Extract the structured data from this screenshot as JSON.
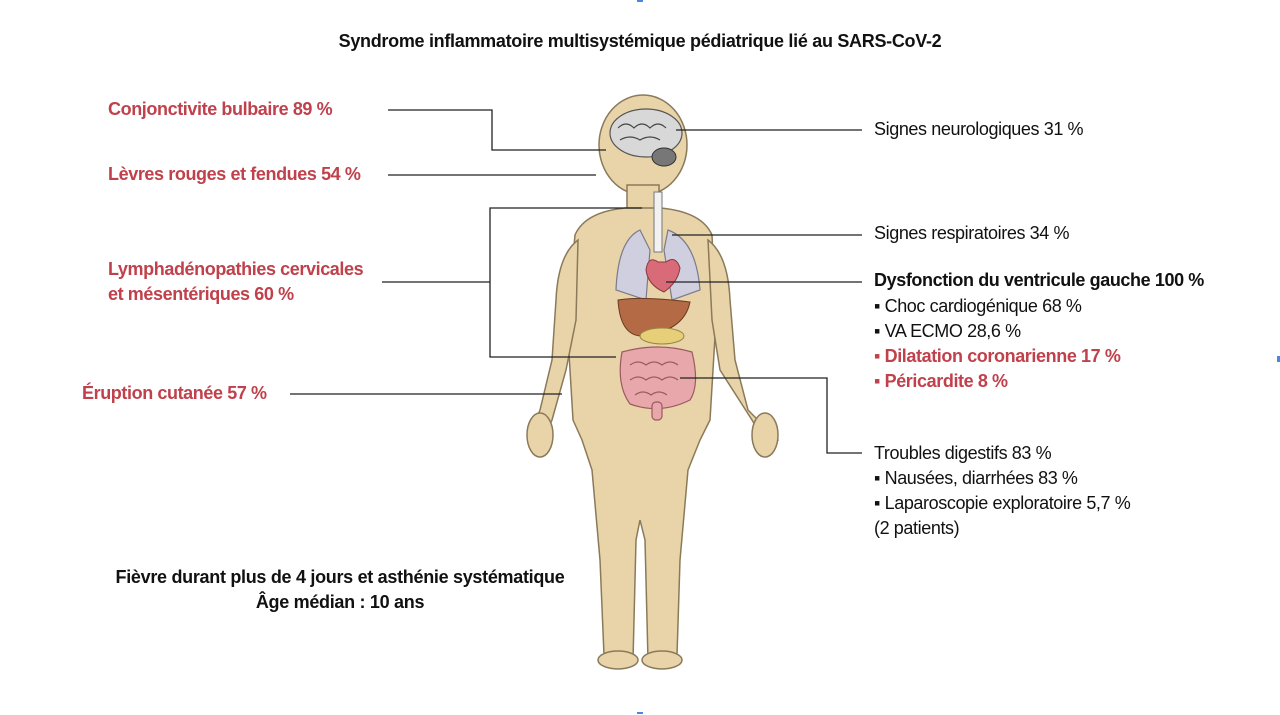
{
  "title": "Syndrome inflammatoire multisystémique pédiatrique lié au SARS-CoV-2",
  "left_labels": {
    "conjonctivite": "Conjonctivite bulbaire 89 %",
    "levres": "Lèvres rouges et fendues 54 %",
    "lymph_line1": "Lymphadénopathies cervicales",
    "lymph_line2": "et mésentériques 60 %",
    "eruption": "Éruption cutanée 57 %"
  },
  "right_labels": {
    "neuro": "Signes neurologiques 31 %",
    "respi": "Signes respiratoires 34 %",
    "cardio_title": "Dysfonction du ventricule gauche 100 %",
    "cardio_items": [
      "Choc cardiogénique 68 %",
      "VA ECMO 28,6 %",
      "Dilatation coronarienne 17 %",
      "Péricardite 8 %"
    ],
    "digestif_title": "Troubles digestifs 83 %",
    "digestif_items": [
      "Nausées, diarrhées 83 %",
      "Laparoscopie exploratoire 5,7 %"
    ],
    "digestif_note": "(2 patients)"
  },
  "footer": {
    "line1": "Fièvre durant plus de 4 jours et asthénie systématique",
    "line2": "Âge médian : 10 ans"
  },
  "colors": {
    "highlight": "#c0414b",
    "skin": "#e8d4a8",
    "outline": "#8a7a5a"
  }
}
